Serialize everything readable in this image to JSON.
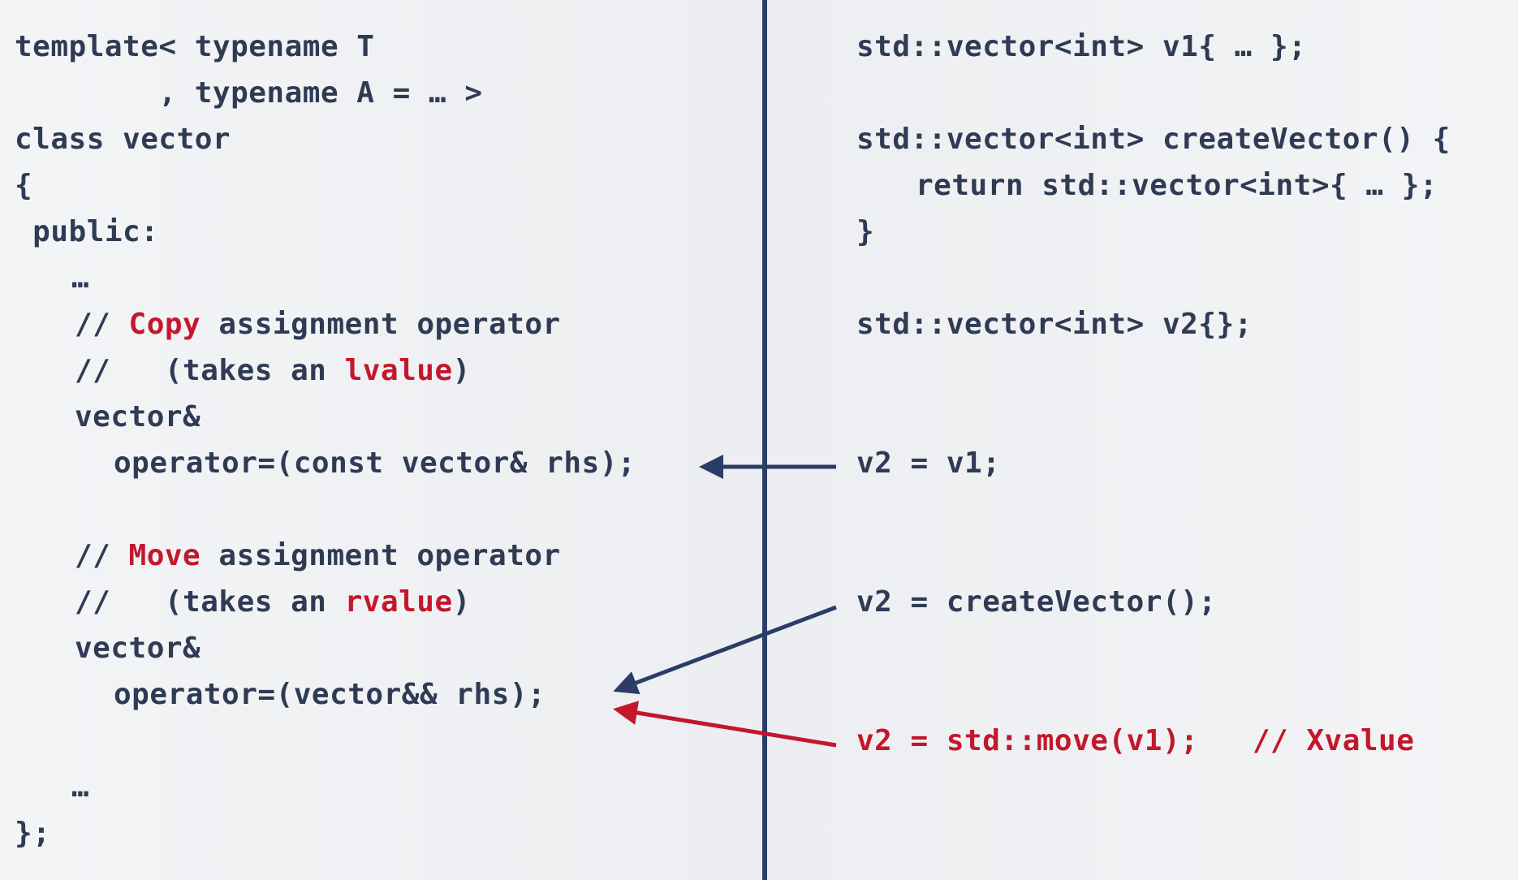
{
  "left_code": {
    "l1": "template< typename T",
    "l2": "        , typename A = … >",
    "l3": "class vector",
    "l4": "{",
    "l5": " public:",
    "l6": "…",
    "l7_prefix": "// ",
    "l7_red": "Copy",
    "l7_suffix": " assignment operator",
    "l8_prefix": "//   (takes an ",
    "l8_red": "lvalue",
    "l8_suffix": ")",
    "l9": "vector&",
    "l10": "operator=(const vector& rhs);",
    "l11_prefix": "// ",
    "l11_red": "Move",
    "l11_suffix": " assignment operator",
    "l12_prefix": "//   (takes an ",
    "l12_red": "rvalue",
    "l12_suffix": ")",
    "l13": "vector&",
    "l14": "operator=(vector&& rhs);",
    "l15": "…",
    "l16": "};"
  },
  "right_code": {
    "r1": "std::vector<int> v1{ … };",
    "r2": "std::vector<int> createVector() {",
    "r3": "return std::vector<int>{ … };",
    "r4": "}",
    "r5": "std::vector<int> v2{};",
    "r6": "v2 = v1;",
    "r7": "v2 = createVector();",
    "r8": "v2 = std::move(v1);   // Xvalue"
  },
  "colors": {
    "code": "#2f3b54",
    "highlight_red": "#c3172b",
    "divider": "#2b3d66",
    "arrow_dark": "#2b3d66",
    "arrow_red": "#c3172b"
  }
}
